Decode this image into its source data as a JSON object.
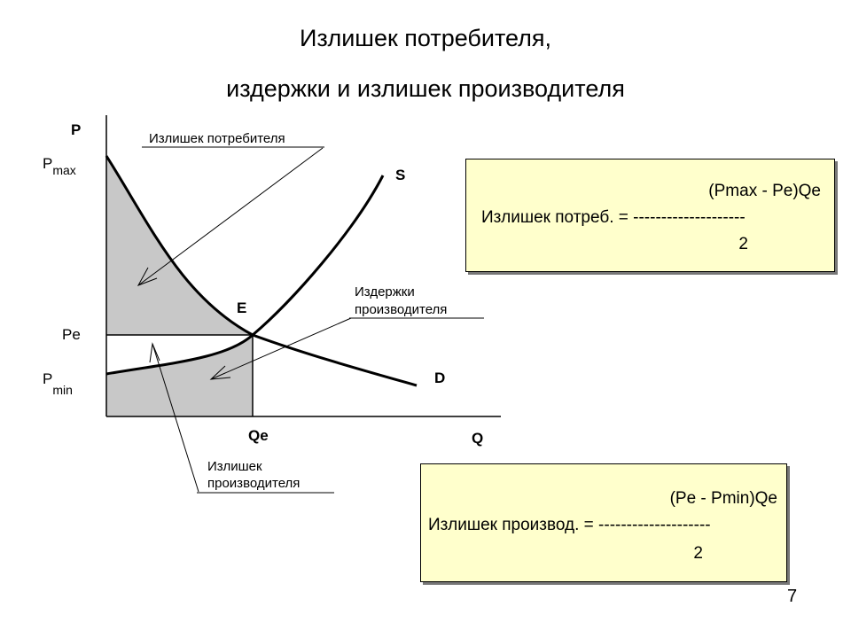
{
  "title": {
    "line1": "Излишек потребителя,",
    "line2": "издержки и излишек производителя"
  },
  "diagram": {
    "axis_y_label": "P",
    "axis_x_label": "Q",
    "p_max": {
      "main": "P",
      "sub": "max"
    },
    "p_e": "Pe",
    "p_min": {
      "main": "P",
      "sub": "min"
    },
    "q_e": "Qe",
    "supply_label": "S",
    "demand_label": "D",
    "equilibrium_label": "E",
    "callout_consumer_surplus": "Излишек потребителя",
    "callout_producer_costs": {
      "line1": "Издержки",
      "line2": "производителя"
    },
    "callout_producer_surplus": {
      "line1": "Излишек",
      "line2": "производителя"
    },
    "colors": {
      "shade": "#c8c8c8",
      "box": "#ffffcc",
      "line": "#000000"
    }
  },
  "formula_consumer": {
    "numerator": "(Pmax - Pe)Qe",
    "main": "Излишек потреб. = --------------------",
    "denominator": "2"
  },
  "formula_producer": {
    "numerator": "(Pe - Pmin)Qe",
    "main": "Излишек производ. = --------------------",
    "denominator": "2"
  },
  "page_number": "7"
}
